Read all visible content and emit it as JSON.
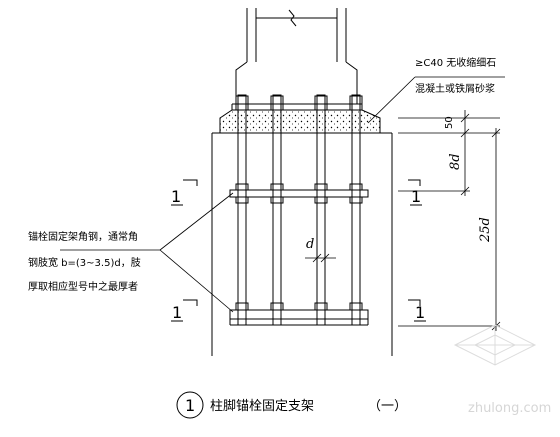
{
  "notes": {
    "grout_line1": "≥C40 无收缩细石",
    "grout_line2": "混凝土或铁屑砂浆",
    "angle_line1": "锚栓固定架角钢，通常角",
    "angle_line2": "钢肢宽     b=(3~3.5)d，肢",
    "angle_line3": "厚取相应型号中之最厚者"
  },
  "dimensions": {
    "top": "50",
    "upper": "8d",
    "total": "25d",
    "spacing": "d"
  },
  "section_marks": {
    "left_upper": "1",
    "right_upper": "1",
    "left_lower": "1",
    "right_lower": "1"
  },
  "title": {
    "number": "1",
    "text": "柱脚锚栓固定支架",
    "suffix": "（一）"
  },
  "watermark": "zhulong.com"
}
